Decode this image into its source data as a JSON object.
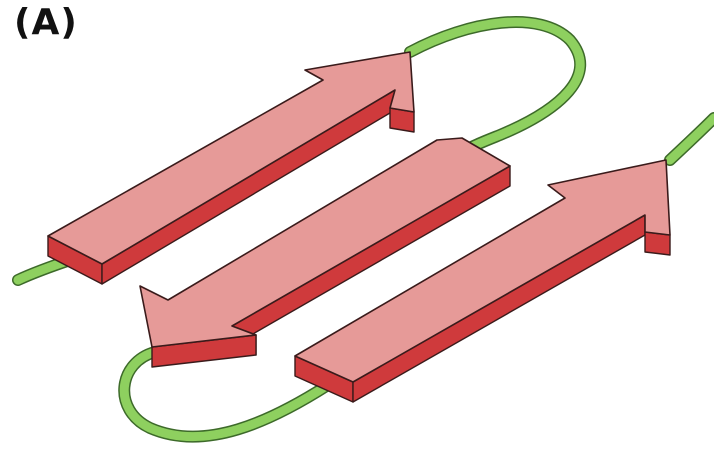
{
  "figure": {
    "panel_label": "(A)",
    "colors": {
      "strand_top": "#e69a98",
      "strand_side": "#cf3a3c",
      "strand_edge": "#3a1b1b",
      "loop": "#8ed05f",
      "loop_edge": "#3d6a2a"
    },
    "strands": [
      {
        "name": "strand-1",
        "direction": "up-right"
      },
      {
        "name": "strand-2",
        "direction": "down-left"
      },
      {
        "name": "strand-3",
        "direction": "up-right"
      }
    ],
    "loops": [
      {
        "name": "n-terminus-tail"
      },
      {
        "name": "hairpin-loop-1-2"
      },
      {
        "name": "hairpin-loop-2-3"
      },
      {
        "name": "c-terminus-tail"
      }
    ]
  }
}
